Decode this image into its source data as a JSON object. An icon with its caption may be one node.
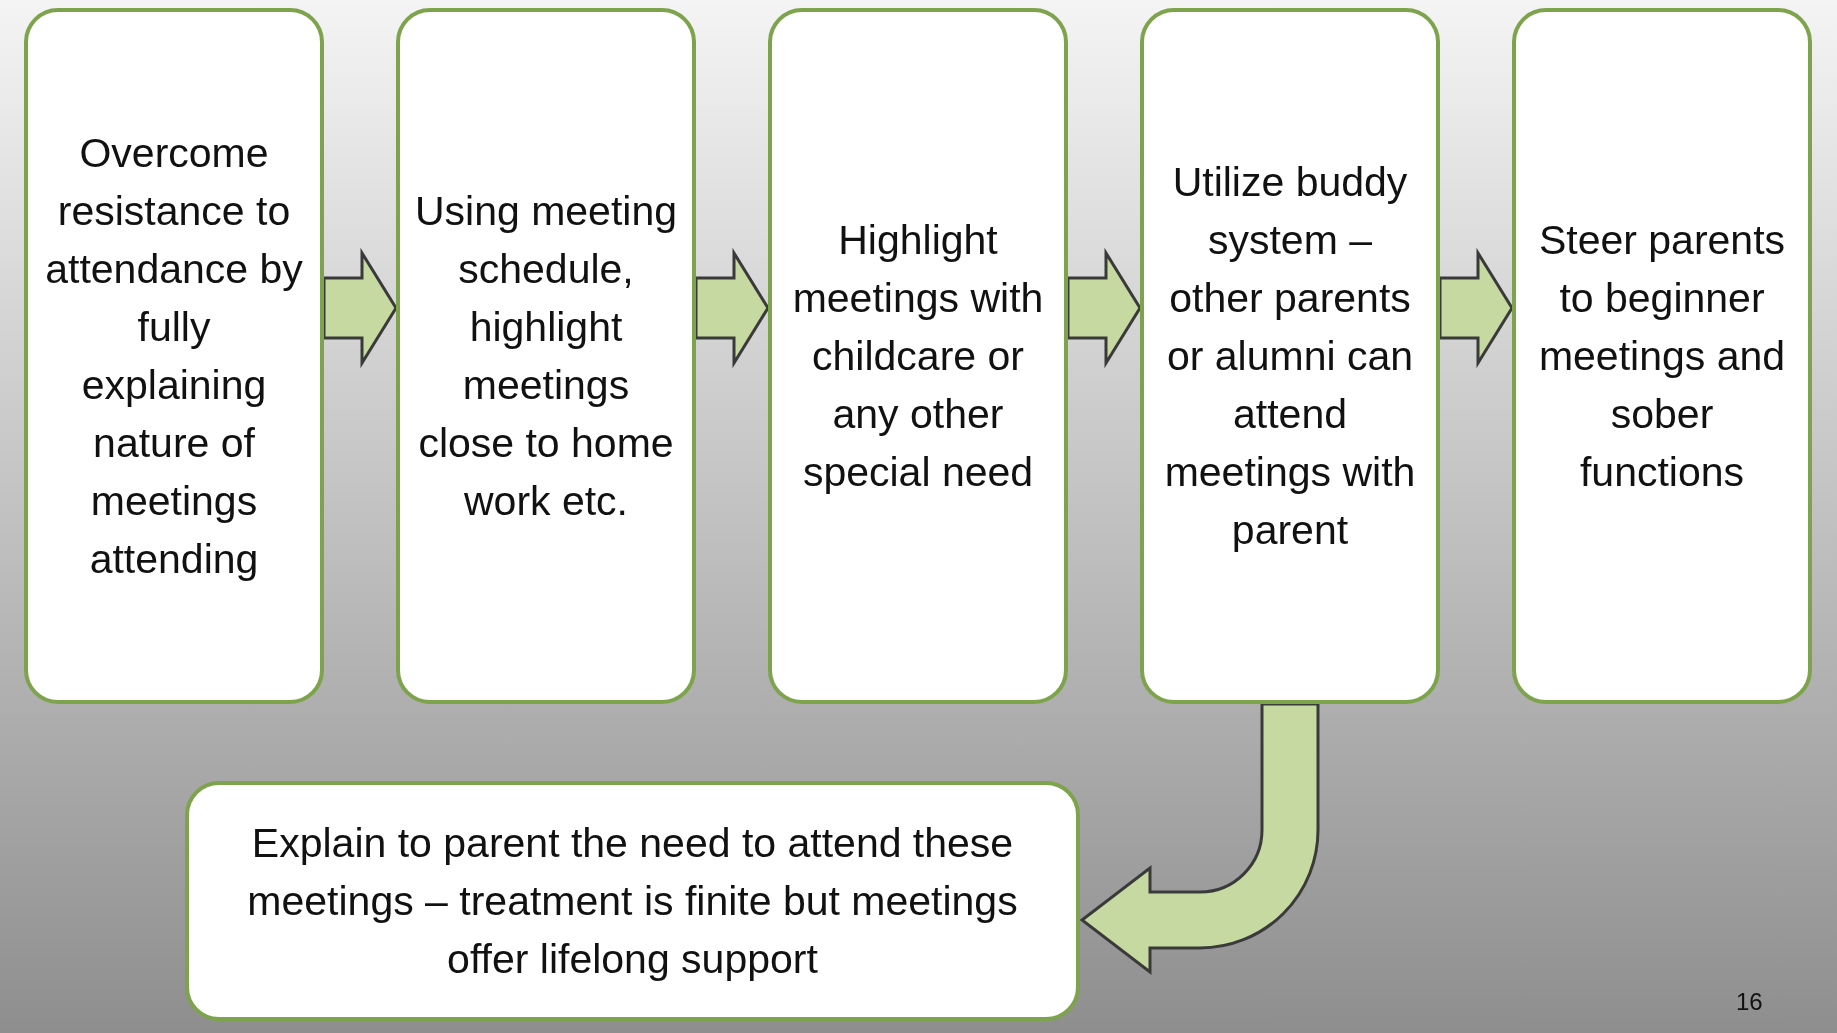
{
  "diagram": {
    "nodes": [
      {
        "text": [
          "Overcome resistance to attendance by fully explaining nature of meetings attending"
        ]
      },
      {
        "text": [
          "Using meeting schedule, highlight meetings close to home work etc."
        ]
      },
      {
        "text": [
          "Highlight meetings with childcare or any other special need"
        ]
      },
      {
        "text": [
          "Utilize buddy system – other parents or alumni can attend meetings with parent"
        ]
      },
      {
        "text": [
          "Steer parents to beginner meetings and sober functions"
        ]
      },
      {
        "text": [
          "Explain to parent the need to attend these meetings – treatment is finite but meetings offer lifelong support"
        ]
      }
    ],
    "edges": [
      {
        "from": 0,
        "to": 1,
        "arrow": "to"
      },
      {
        "from": 1,
        "to": 2,
        "arrow": "to"
      },
      {
        "from": 2,
        "to": 3,
        "arrow": "to"
      },
      {
        "from": 3,
        "to": 4,
        "arrow": "to"
      },
      {
        "from": 3,
        "to": 5,
        "arrow": "to"
      }
    ],
    "labels": [
      "16"
    ]
  }
}
